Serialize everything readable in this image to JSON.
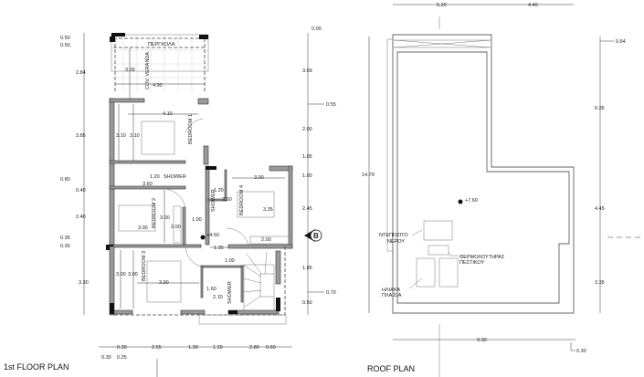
{
  "floor_plan": {
    "title": "1st FLOOR PLAN",
    "rooms": {
      "veranda": "COV. VERANDA",
      "veranda_top": "ΠΕΡΓΚΟΛΑ",
      "bedroom1": "BEDROOM 1",
      "bedroom2": "BEDROOM 2",
      "bedroom3": "BEDROOM 3",
      "bedroom4": "BEDROOM 4",
      "shower1": "SHOWER",
      "shower2": "SHOWER",
      "shower3": "SHOWER"
    },
    "level": "+4.50",
    "section_marker": "B",
    "interior_dims": [
      "3.09",
      "4.90",
      "4.10",
      "3.10",
      "3.10",
      "1.20",
      "3.60",
      "1.20",
      "3.00",
      "2.60",
      "3.35",
      "3.00",
      "3.00",
      "2.00",
      "1.00",
      "2.00",
      "1.35",
      "1.00",
      "3.00",
      "3.00",
      "3.90",
      "1.60",
      "2.10"
    ],
    "left_dims": [
      "0.50",
      "0.50",
      "2.84",
      "3.85",
      "0.80",
      "0.40",
      "2.40",
      "0.35",
      "0.30",
      "3.30"
    ],
    "right_dims": [
      "0.00",
      "3.09",
      "0.55",
      "2.00",
      "1.05",
      "1.00",
      "2.45",
      "1.85",
      "0.70",
      "0.50"
    ],
    "bottom_dims": [
      "0.30",
      "2.55",
      "1.30",
      "1.20",
      "2.80",
      "0.60",
      "0.30",
      "0.25"
    ]
  },
  "roof_plan": {
    "title": "ROOF PLAN",
    "level": "+7.60",
    "labels": {
      "water_tank_1": "ΝΤΕΠΟΖΙΤΟ",
      "water_tank_2": "ΝΕΡΟΥ",
      "heater_1": "ΘΕΡΜΟΛΟΥΤΗΡΑΣ",
      "heater_2": "ΠΕΣΤΙΚΟΥ",
      "solar_1": "ΗΛΙΑΚΑ",
      "solar_2": "ΠΛΑΙΣΙΑ"
    },
    "top_dims": [
      "5.20",
      "4.40"
    ],
    "left_dims": [
      "14.79"
    ],
    "right_dims": [
      "0.64",
      "6.35",
      "4.45",
      "3.35"
    ],
    "bottom_dims": [
      "9.30",
      "0.30"
    ]
  }
}
